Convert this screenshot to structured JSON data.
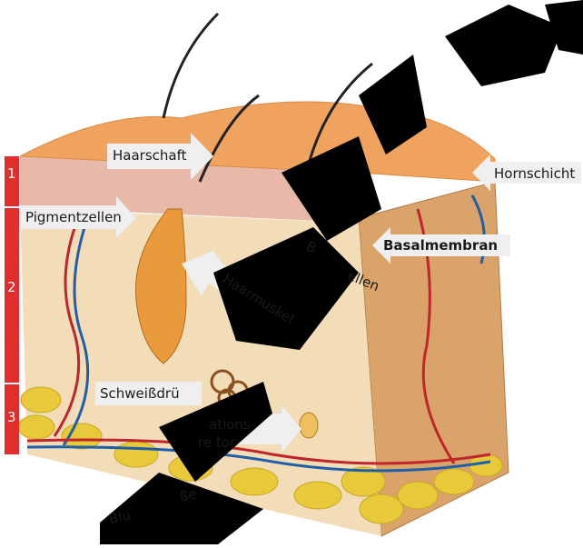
{
  "colors": {
    "skin_top": "#f0a35f",
    "epidermis": "#e8b8a8",
    "dermis": "#f3dcb8",
    "subcutis": "#f2d8a6",
    "fat": "#e8c93a",
    "side_face": "#d9a36a",
    "layer_bar": "#e22d2d",
    "arrow": "#f0f0f0",
    "vessel_red": "#c0242c",
    "vessel_blue": "#1f5fa8",
    "watermark": "#000000"
  },
  "layer_numbers": [
    "1",
    "2",
    "3"
  ],
  "labels": {
    "haarschaft": "Haarschaft",
    "hornschicht": "Hornschicht",
    "pigmentzellen": "Pigmentzellen",
    "basalmembran": "Basalmembran",
    "basalzellen_partial": "B",
    "basalzellen_tail": "ellen",
    "haarmuskel": "Haarmuskel",
    "schweissdruese": "Schweißdrü",
    "vibrationsrezeptor_line1": "ations-",
    "vibrationsrezeptor_line2": "re     tor",
    "blutgefaesse_start": "Blu",
    "blutgefaesse_end": "ße"
  }
}
